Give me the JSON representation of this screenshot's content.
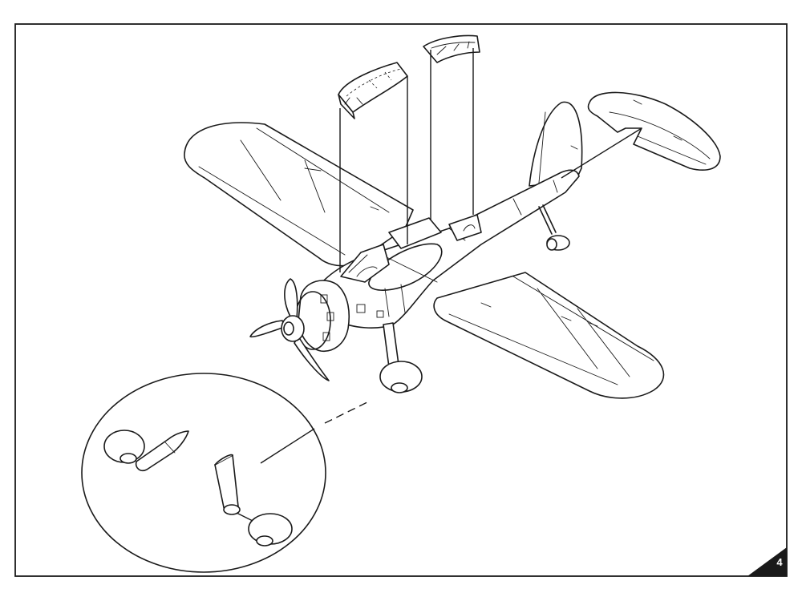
{
  "sheet": {
    "page_number": "4",
    "parts": [
      "rear-canopy",
      "front-canopy",
      "horizontal-stabilizer",
      "main-wheel",
      "landing-gear-leg",
      "tail-wheel",
      "propeller"
    ],
    "callouts": [
      "landing-gear-detail"
    ],
    "colors": {
      "line": "#1a1a1a",
      "paper": "#ffffff"
    }
  }
}
